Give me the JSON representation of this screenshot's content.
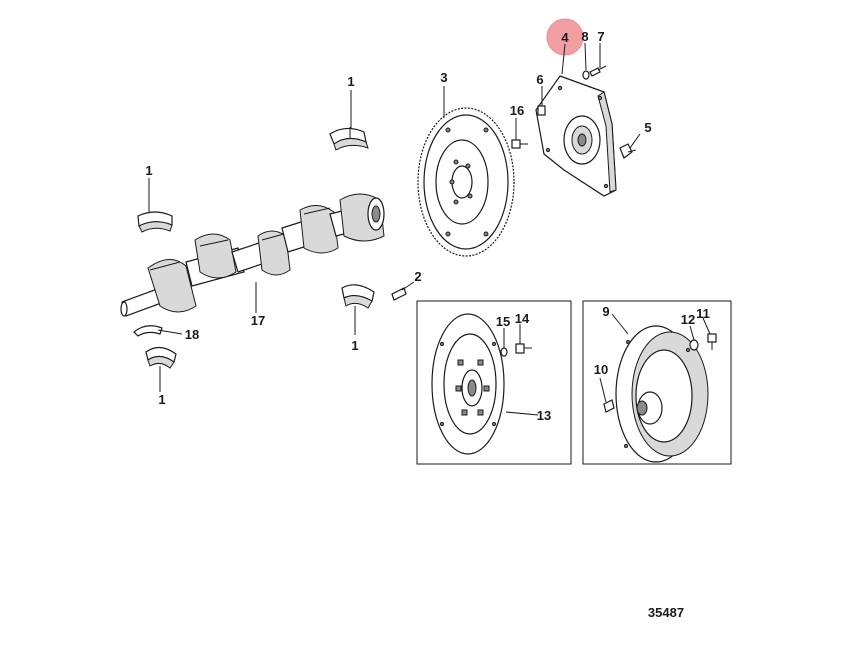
{
  "diagram_id": "35487",
  "highlight_color": "#f08f95",
  "callouts": {
    "bearing_top": "1",
    "bearing_left": "1",
    "bearing_lower_left": "1",
    "bearing_mid": "1",
    "key": "2",
    "flywheel": "3",
    "coupler_plate": "4",
    "plug": "5",
    "stud": "6",
    "bolt_7": "7",
    "washer_8": "8",
    "damper": "9",
    "screw_10": "10",
    "bolt_11": "11",
    "washer_12": "12",
    "drive_plate": "13",
    "bolt_14": "14",
    "washer_15": "15",
    "bolt_16": "16",
    "crankshaft": "17",
    "thrust_washer": "18"
  }
}
